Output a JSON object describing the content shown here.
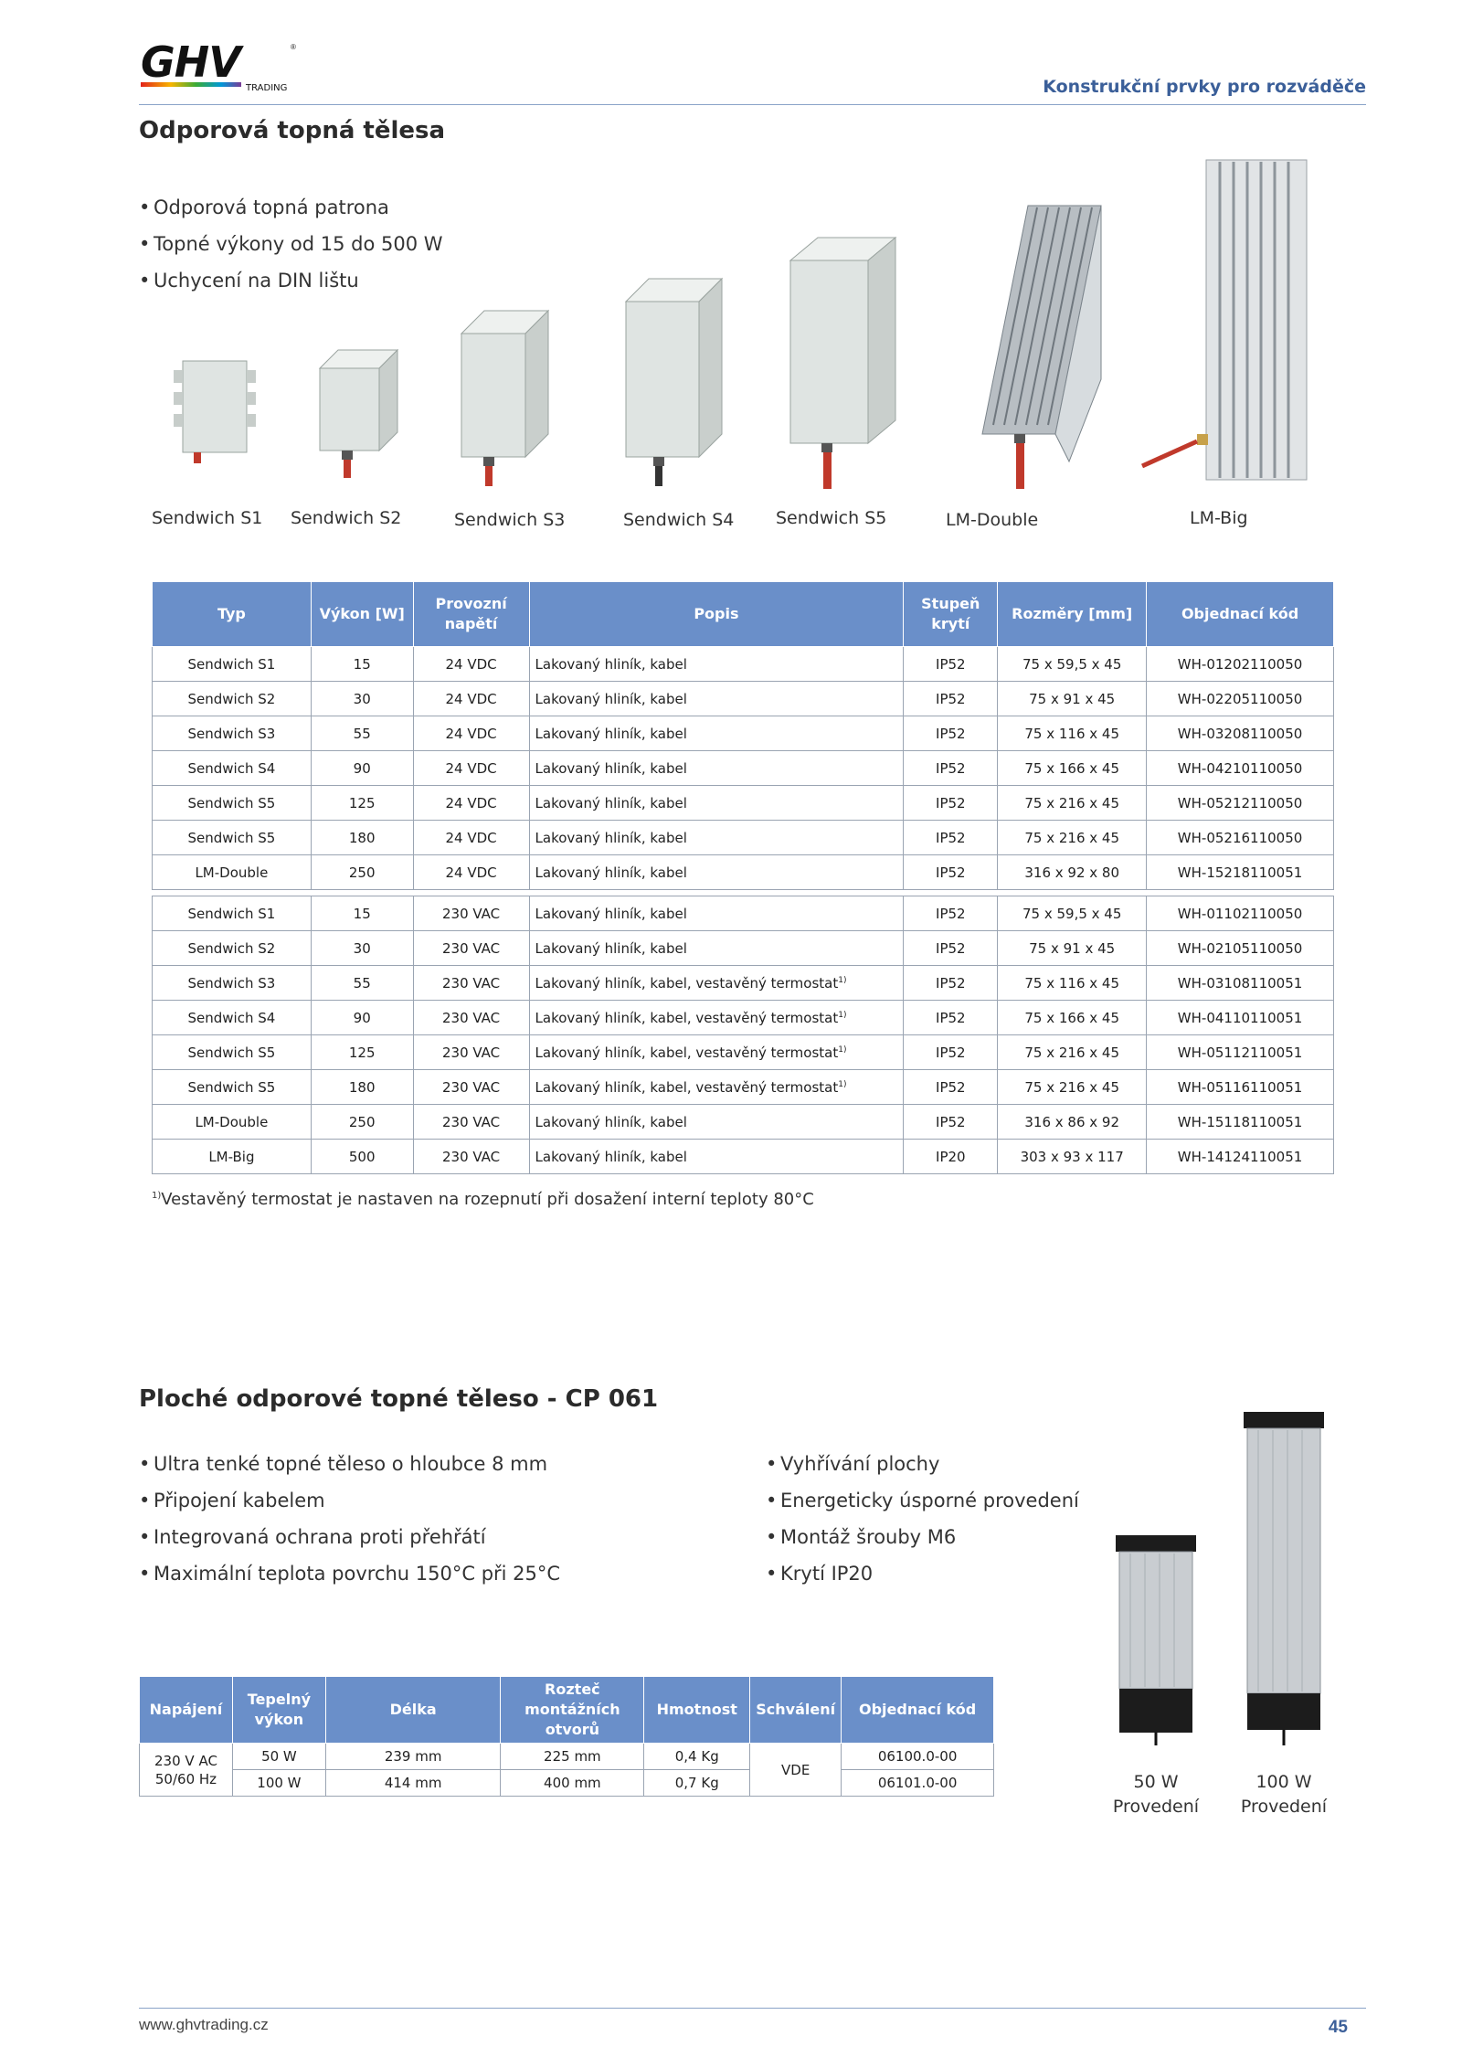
{
  "header": {
    "logo_text": "GHV",
    "logo_sub": "TRADING",
    "section_label": "Konstrukční prvky pro rozváděče"
  },
  "section1": {
    "title": "Odporová topná tělesa",
    "bullets": [
      "Odporová topná patrona",
      "Topné výkony od 15 do 500 W",
      "Uchycení na DIN lištu"
    ],
    "products": [
      "Sendwich S1",
      "Sendwich S2",
      "Sendwich S3",
      "Sendwich S4",
      "Sendwich S5",
      "LM-Double",
      "LM-Big"
    ],
    "table": {
      "headers": [
        "Typ",
        "Výkon [W]",
        "Provozní napětí",
        "Popis",
        "Stupeň krytí",
        "Rozměry [mm]",
        "Objednací kód"
      ],
      "rows_dc": [
        [
          "Sendwich S1",
          "15",
          "24 VDC",
          "Lakovaný hliník, kabel",
          "IP52",
          "75 x 59,5 x 45",
          "WH-01202110050"
        ],
        [
          "Sendwich S2",
          "30",
          "24 VDC",
          "Lakovaný hliník, kabel",
          "IP52",
          "75 x 91 x 45",
          "WH-02205110050"
        ],
        [
          "Sendwich S3",
          "55",
          "24 VDC",
          "Lakovaný hliník, kabel",
          "IP52",
          "75 x 116 x 45",
          "WH-03208110050"
        ],
        [
          "Sendwich S4",
          "90",
          "24 VDC",
          "Lakovaný hliník, kabel",
          "IP52",
          "75 x 166 x 45",
          "WH-04210110050"
        ],
        [
          "Sendwich S5",
          "125",
          "24 VDC",
          "Lakovaný hliník, kabel",
          "IP52",
          "75 x 216 x 45",
          "WH-05212110050"
        ],
        [
          "Sendwich S5",
          "180",
          "24 VDC",
          "Lakovaný hliník, kabel",
          "IP52",
          "75 x 216 x 45",
          "WH-05216110050"
        ],
        [
          "LM-Double",
          "250",
          "24 VDC",
          "Lakovaný hliník, kabel",
          "IP52",
          "316 x 92 x 80",
          "WH-15218110051"
        ]
      ],
      "rows_ac": [
        [
          "Sendwich S1",
          "15",
          "230 VAC",
          "Lakovaný hliník, kabel",
          "IP52",
          "75 x 59,5 x 45",
          "WH-01102110050"
        ],
        [
          "Sendwich S2",
          "30",
          "230 VAC",
          "Lakovaný hliník, kabel",
          "IP52",
          "75 x 91 x 45",
          "WH-02105110050"
        ],
        [
          "Sendwich S3",
          "55",
          "230 VAC",
          "Lakovaný hliník, kabel, vestavěný termostat",
          "IP52",
          "75 x 116 x 45",
          "WH-03108110051"
        ],
        [
          "Sendwich S4",
          "90",
          "230 VAC",
          "Lakovaný hliník, kabel, vestavěný termostat",
          "IP52",
          "75 x 166 x 45",
          "WH-04110110051"
        ],
        [
          "Sendwich S5",
          "125",
          "230 VAC",
          "Lakovaný hliník, kabel, vestavěný termostat",
          "IP52",
          "75 x 216 x 45",
          "WH-05112110051"
        ],
        [
          "Sendwich S5",
          "180",
          "230 VAC",
          "Lakovaný hliník, kabel, vestavěný termostat",
          "IP52",
          "75 x 216 x 45",
          "WH-05116110051"
        ],
        [
          "LM-Double",
          "250",
          "230 VAC",
          "Lakovaný hliník, kabel",
          "IP52",
          "316 x 86 x 92",
          "WH-15118110051"
        ],
        [
          "LM-Big",
          "500",
          "230 VAC",
          "Lakovaný hliník, kabel",
          "IP20",
          "303 x 93 x 117",
          "WH-14124110051"
        ]
      ],
      "ac_footnote_rows": [
        2,
        3,
        4,
        5
      ],
      "footnote_mark": "1)"
    },
    "footnote_mark": "1)",
    "footnote": "Vestavěný termostat je nastaven na rozepnutí při dosažení interní teploty 80°C"
  },
  "section2": {
    "title": "Ploché odporové topné těleso - CP 061",
    "bullets_left": [
      "Ultra tenké topné těleso o hloubce 8 mm",
      "Připojení kabelem",
      "Integrovaná ochrana proti přehřátí",
      "Maximální teplota povrchu 150°C při 25°C"
    ],
    "bullets_right": [
      "Vyhřívání plochy",
      "Energeticky úsporné provedení",
      "Montáž šrouby M6",
      "Krytí IP20"
    ],
    "table": {
      "headers": [
        "Napájení",
        "Tepelný výkon",
        "Délka",
        "Rozteč montážních otvorů",
        "Hmotnost",
        "Schválení",
        "Objednací kód"
      ],
      "supply": "230 V AC 50/60 Hz",
      "approval": "VDE",
      "rows": [
        [
          "50 W",
          "239 mm",
          "225 mm",
          "0,4 Kg",
          "06100.0-00"
        ],
        [
          "100 W",
          "414 mm",
          "400 mm",
          "0,7 Kg",
          "06101.0-00"
        ]
      ]
    },
    "captions": [
      {
        "power": "50 W",
        "label": "Provedení"
      },
      {
        "power": "100 W",
        "label": "Provedení"
      }
    ]
  },
  "footer": {
    "url": "www.ghvtrading.cz",
    "page": "45"
  }
}
